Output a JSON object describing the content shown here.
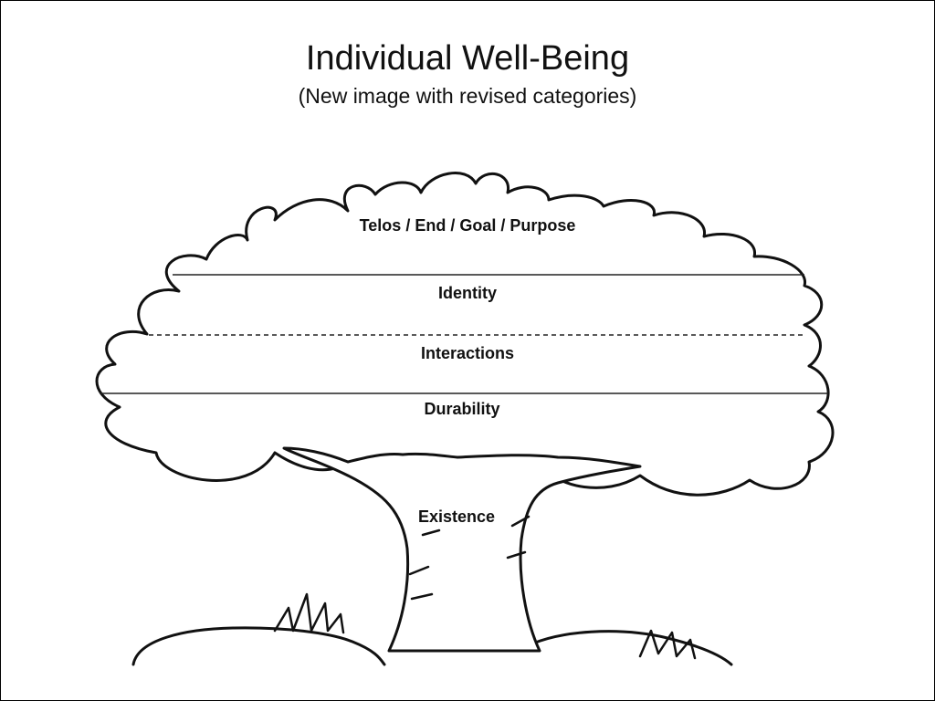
{
  "slide": {
    "title": "Individual Well-Being",
    "subtitle": "(New image with revised categories)"
  },
  "layers": [
    {
      "label": "Telos / End / Goal / Purpose"
    },
    {
      "label": "Identity"
    },
    {
      "label": "Interactions"
    },
    {
      "label": "Durability"
    },
    {
      "label": "Existence"
    }
  ]
}
